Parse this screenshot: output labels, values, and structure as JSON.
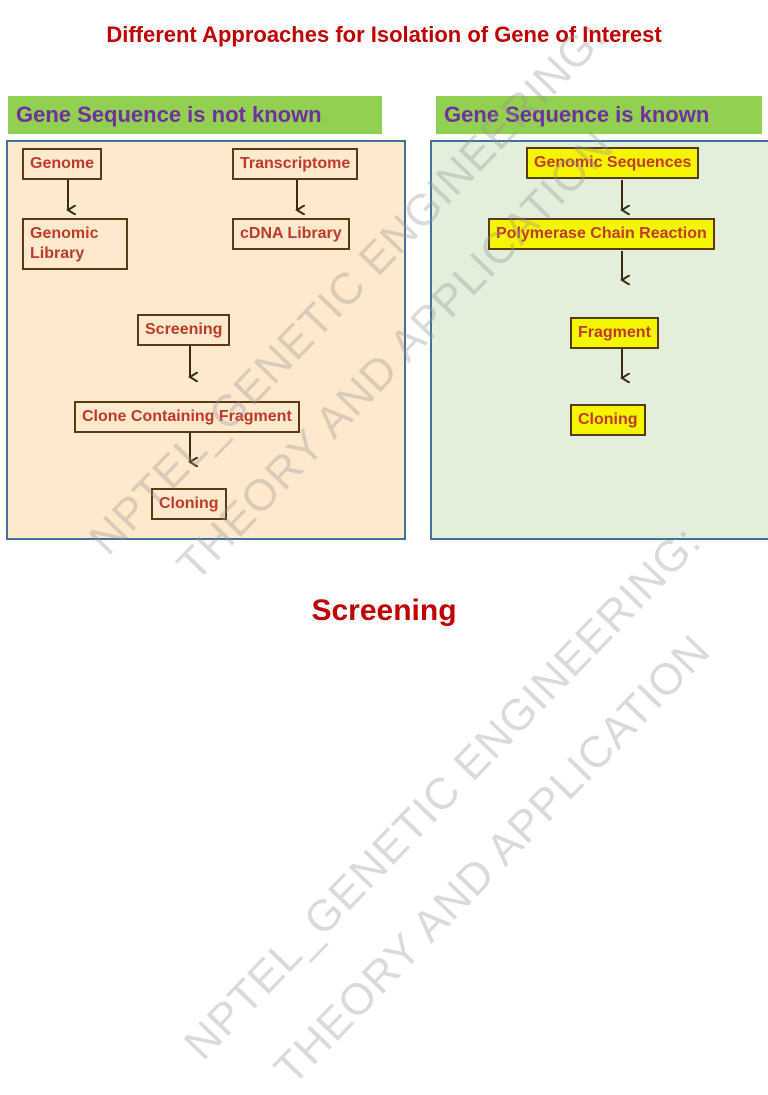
{
  "title": "Different Approaches for Isolation of Gene of Interest",
  "left": {
    "header": "Gene Sequence is not known",
    "boxes": {
      "genome": "Genome",
      "transcriptome": "Transcriptome",
      "genomic_library": "Genomic\nLibrary",
      "cdna_library": "cDNA Library",
      "screening": "Screening",
      "clone": "Clone Containing Fragment",
      "cloning": "Cloning"
    }
  },
  "right": {
    "header": "Gene Sequence is known",
    "boxes": {
      "genomic_sequences": "Genomic Sequences",
      "pcr": "Polymerase Chain Reaction",
      "fragment": "Fragment",
      "cloning": "Cloning"
    }
  },
  "section_title": "Screening",
  "watermark": {
    "line1": "NPTEL_GENETIC ENGINEERING:",
    "line2": "THEORY AND APPLICATION"
  },
  "colors": {
    "title": "#c00000",
    "header_bg": "#92d050",
    "header_text": "#7030a0",
    "left_panel_bg": "#fde9cc",
    "right_panel_bg": "#e2efda",
    "right_box_bg": "#f5f500",
    "box_text": "#c0392b"
  }
}
